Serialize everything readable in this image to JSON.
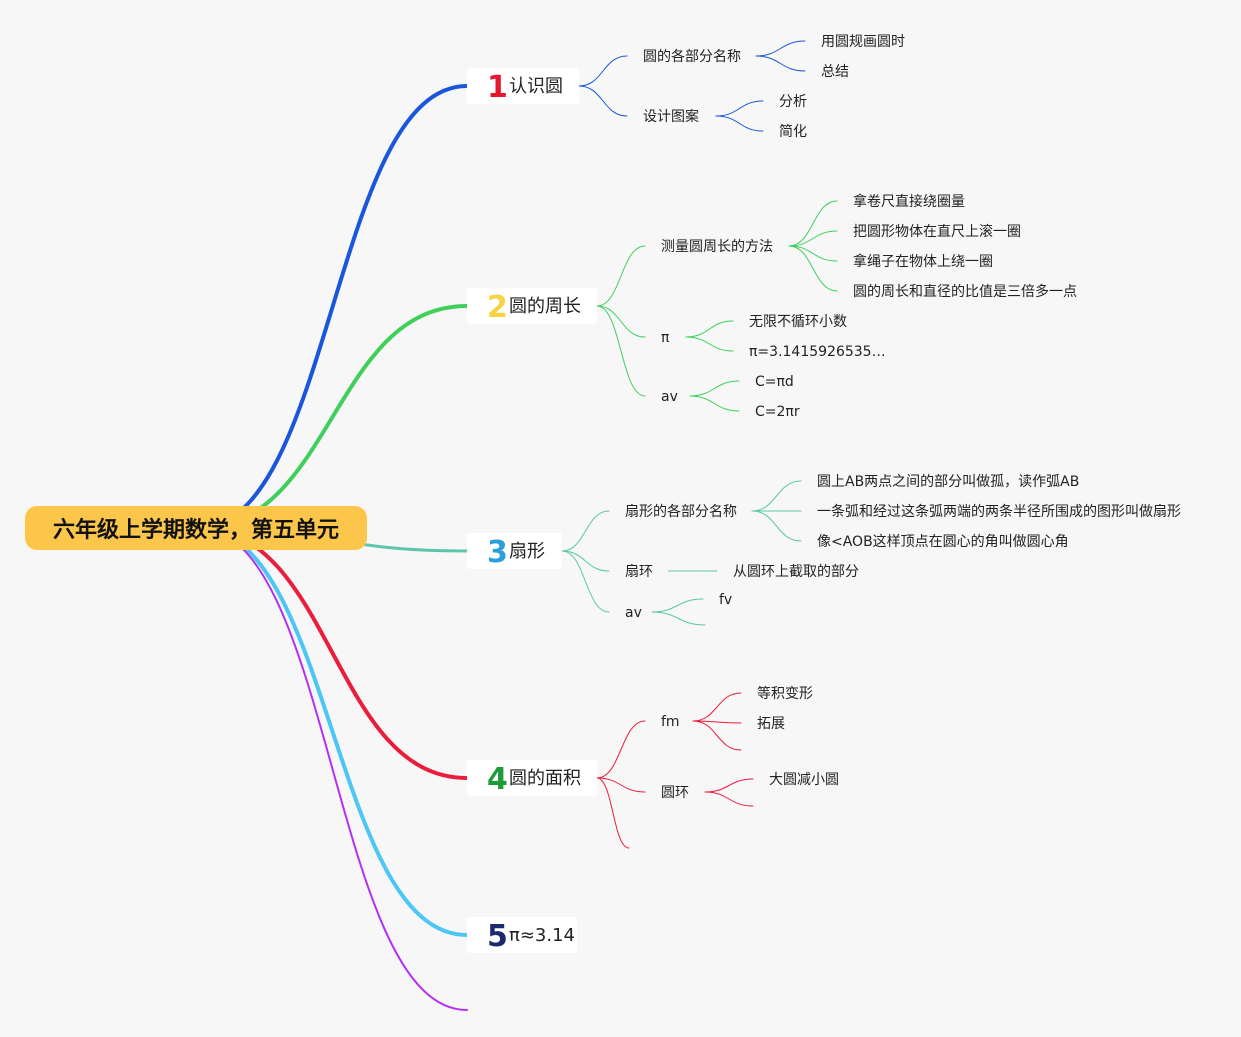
{
  "root": {
    "label": "六年级上学期数学，第五单元"
  },
  "branches": [
    {
      "id": "b1",
      "number": "1",
      "label": "认识圆",
      "color": "#1a56db",
      "number_color": "#e5172f",
      "children": [
        {
          "id": "b1c1",
          "label": "圆的各部分名称",
          "children": [
            {
              "id": "b1c1g1",
              "label": "用圆规画圆时"
            },
            {
              "id": "b1c1g2",
              "label": "总结"
            }
          ]
        },
        {
          "id": "b1c2",
          "label": "设计图案",
          "children": [
            {
              "id": "b1c2g1",
              "label": "分析"
            },
            {
              "id": "b1c2g2",
              "label": "简化"
            }
          ]
        }
      ]
    },
    {
      "id": "b2",
      "number": "2",
      "label": "圆的周长",
      "color": "#3fcf5a",
      "number_color": "#f7d343",
      "children": [
        {
          "id": "b2c1",
          "label": "测量圆周长的方法",
          "children": [
            {
              "id": "b2c1g1",
              "label": "拿卷尺直接绕圈量"
            },
            {
              "id": "b2c1g2",
              "label": "把圆形物体在直尺上滚一圈"
            },
            {
              "id": "b2c1g3",
              "label": "拿绳子在物体上绕一圈"
            },
            {
              "id": "b2c1g4",
              "label": "圆的周长和直径的比值是三倍多一点"
            }
          ]
        },
        {
          "id": "b2c2",
          "label": "π",
          "children": [
            {
              "id": "b2c2g1",
              "label": "无限不循环小数"
            },
            {
              "id": "b2c2g2",
              "label": "π=3.1415926535…"
            }
          ]
        },
        {
          "id": "b2c3",
          "label": "av",
          "children": [
            {
              "id": "b2c3g1",
              "label": "C=πd"
            },
            {
              "id": "b2c3g2",
              "label": "C=2πr"
            }
          ]
        }
      ]
    },
    {
      "id": "b3",
      "number": "3",
      "label": "扇形",
      "color": "#5cc6a8",
      "number_color": "#2b9fd8",
      "children": [
        {
          "id": "b3c1",
          "label": "扇形的各部分名称",
          "children": [
            {
              "id": "b3c1g1",
              "label": "圆上AB两点之间的部分叫做孤，读作弧AB"
            },
            {
              "id": "b3c1g2",
              "label": "一条弧和经过这条弧两端的两条半径所围成的图形叫做扇形"
            },
            {
              "id": "b3c1g3",
              "label": "像<AOB这样顶点在圆心的角叫做圆心角"
            }
          ]
        },
        {
          "id": "b3c2",
          "label": "扇环",
          "children": [
            {
              "id": "b3c2g1",
              "label": "从圆环上截取的部分"
            }
          ]
        },
        {
          "id": "b3c3",
          "label": "av",
          "children": [
            {
              "id": "b3c3g1",
              "label": "fv"
            },
            {
              "id": "b3c3g2",
              "label": ""
            }
          ]
        }
      ]
    },
    {
      "id": "b4",
      "number": "4",
      "label": "圆的面积",
      "color": "#ea1d3d",
      "number_color": "#1f9a3a",
      "children": [
        {
          "id": "b4c1",
          "label": "fm",
          "children": [
            {
              "id": "b4c1g1",
              "label": "等积变形"
            },
            {
              "id": "b4c1g2",
              "label": "拓展"
            },
            {
              "id": "b4c1g3",
              "label": ""
            }
          ]
        },
        {
          "id": "b4c2",
          "label": "圆环",
          "children": [
            {
              "id": "b4c2g1",
              "label": "大圆减小圆"
            },
            {
              "id": "b4c2g2",
              "label": ""
            }
          ]
        },
        {
          "id": "b4c3",
          "label": "",
          "children": []
        }
      ]
    },
    {
      "id": "b5",
      "number": "5",
      "label": "π≈3.14",
      "color": "#4cc6f5",
      "number_color": "#1b2a6e",
      "children": []
    },
    {
      "id": "b6",
      "number": "",
      "label": "",
      "color": "#b62ef0",
      "number_color": "#b62ef0",
      "children": []
    }
  ]
}
